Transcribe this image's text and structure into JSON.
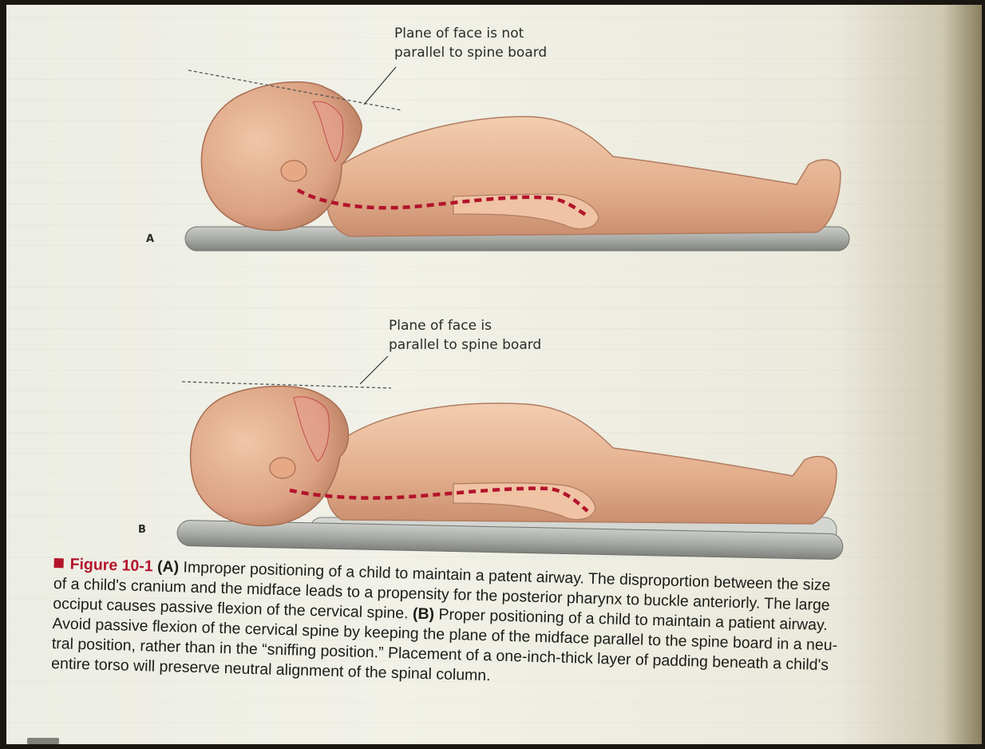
{
  "figure": {
    "panel_a": {
      "letter": "A",
      "callout": "Plane of face is not\nparallel to spine board"
    },
    "panel_b": {
      "letter": "B",
      "callout": "Plane of face is\nparallel to spine board"
    }
  },
  "caption": {
    "figure_label": "Figure 10-1",
    "part_a_marker": "(A)",
    "line1_a": "Improper positioning of a child to maintain a patent airway.  The disproportion between the size",
    "line2": "of a child's cranium and the midface leads to a propensity for the posterior pharynx to buckle anteriorly. The large",
    "line3_pre": "occiput causes passive flexion of the cervical spine.",
    "part_b_marker": "(B)",
    "line3_post": "Proper positioning of a child to maintain a patient airway.",
    "line4": "Avoid passive flexion of the cervical spine by keeping the plane of the midface parallel to the spine board in a neu-",
    "line5": "tral position, rather than in the “sniffing position.” Placement of a one-inch-thick layer of padding beneath a child's",
    "line6": "entire torso will preserve neutral alignment of the spinal column."
  },
  "colors": {
    "accent_red": "#b3142b",
    "skin": "#e3b08e",
    "board": "#a9aba7"
  }
}
